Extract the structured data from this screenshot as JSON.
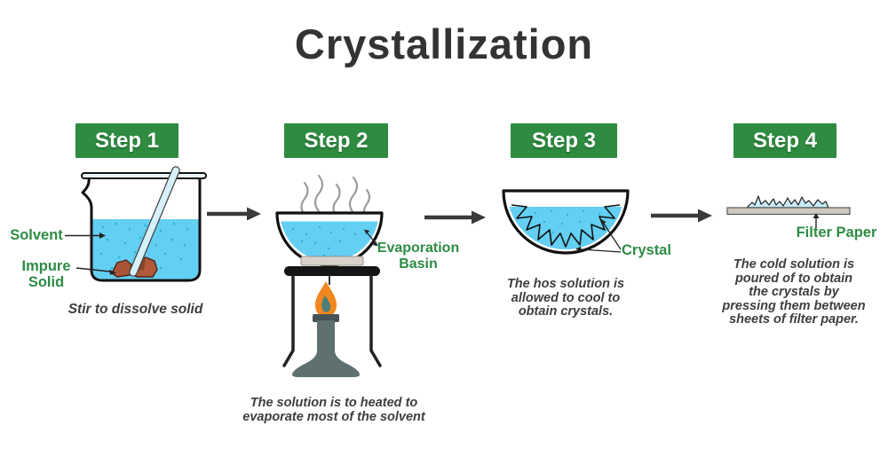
{
  "title": "Crystallization",
  "steps": [
    {
      "badge": "Step 1",
      "caption": "Stir to dissolve solid",
      "labels": {
        "solvent": "Solvent",
        "impure_solid": "Impure\nSolid"
      }
    },
    {
      "badge": "Step 2",
      "caption": "The solution is to heated to\nevaporate most of the solvent",
      "labels": {
        "evaporation_basin": "Evaporation\nBasin"
      }
    },
    {
      "badge": "Step 3",
      "caption": "The hos solution is\nallowed to cool to\nobtain crystals.",
      "labels": {
        "crystal": "Crystal"
      }
    },
    {
      "badge": "Step 4",
      "caption": "The cold solution is\npoured of to obtain\nthe crystals by\npressing them between\nsheets of filter paper.",
      "labels": {
        "filter_paper": "Filter Paper"
      }
    }
  ],
  "colors": {
    "badge_green": "#2e8b40",
    "label_green": "#2e8b45",
    "liquid_blue": "#63cff2",
    "crystal_light_blue": "#c9ecf8",
    "text_dark": "#3a3a3a",
    "arrow_dark": "#3a3a3a",
    "flame_orange": "#f0871f",
    "flame_inner_teal": "#4e7f78",
    "burner_gray": "#5e706f",
    "impure_solid_brown": "#b05a3a",
    "filter_paper_gray": "#cfc8c0",
    "steam_gray": "#9b9b9b"
  }
}
